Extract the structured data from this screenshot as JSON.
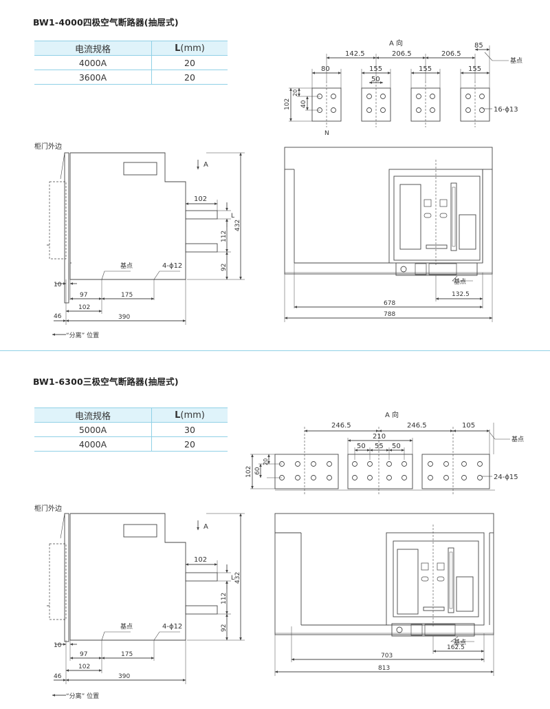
{
  "section1": {
    "title": "BW1-4000四极空气断路器(抽屉式)",
    "table": {
      "header": [
        "电流规格",
        "L",
        "(mm)"
      ],
      "rows": [
        [
          "4000A",
          "20"
        ],
        [
          "3600A",
          "20"
        ]
      ]
    },
    "top_view": {
      "direction_label": "A 向",
      "dims_top": [
        "142.5",
        "206.5",
        "206.5",
        "85"
      ],
      "dims_second": [
        "80",
        "155",
        "155",
        "155"
      ],
      "dim_inner": "50",
      "dims_left": [
        "20",
        "40",
        "102"
      ],
      "ref_label": "基点",
      "hole_label": "16-ϕ13",
      "neutral_label": "N"
    },
    "side_view": {
      "door_label": "柜门外边",
      "arrow_label": "A",
      "dim_term_width": "102",
      "dim_L": "L",
      "dim_112": "112",
      "dim_92": "92",
      "dim_432": "432",
      "ref_label": "基点",
      "holes_label": "4-ϕ12",
      "dim_10": "10",
      "dim_97": "97",
      "dim_175": "175",
      "dim_102b": "102",
      "dim_46": "46",
      "dim_390": "390",
      "separate_label": "“分离” 位置"
    },
    "front_view": {
      "ref_label": "基点",
      "dim_132": "132.5",
      "dim_inner": "678",
      "dim_outer": "788"
    }
  },
  "section2": {
    "title": "BW1-6300三极空气断路器(抽屉式)",
    "table": {
      "header": [
        "电流规格",
        "L",
        "(mm)"
      ],
      "rows": [
        [
          "5000A",
          "30"
        ],
        [
          "4000A",
          "20"
        ]
      ]
    },
    "top_view": {
      "direction_label": "A 向",
      "dims_top": [
        "246.5",
        "246.5",
        "105"
      ],
      "dim_210": "210",
      "dims_inner": [
        "50",
        "55",
        "50"
      ],
      "dims_left": [
        "20",
        "60",
        "102"
      ],
      "ref_label": "基点",
      "hole_label": "24-ϕ15"
    },
    "side_view": {
      "door_label": "柜门外边",
      "arrow_label": "A",
      "dim_term_width": "102",
      "dim_L": "L",
      "dim_112": "112",
      "dim_92": "92",
      "dim_432": "432",
      "ref_label": "基点",
      "holes_label": "4-ϕ12",
      "dim_10": "10",
      "dim_97": "97",
      "dim_175": "175",
      "dim_102b": "102",
      "dim_46": "46",
      "dim_390": "390",
      "separate_label": "“分离” 位置"
    },
    "front_view": {
      "ref_label": "基点",
      "dim_162": "162.5",
      "dim_inner": "703",
      "dim_outer": "813"
    }
  }
}
